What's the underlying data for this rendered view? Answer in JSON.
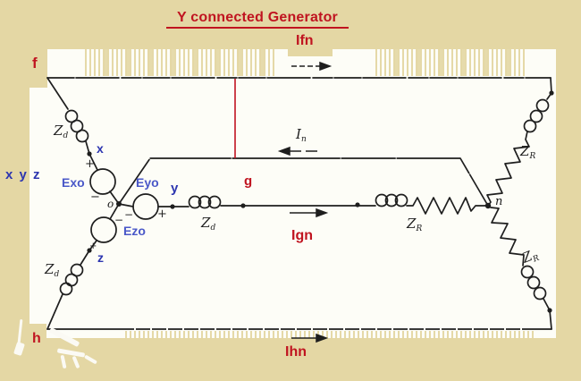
{
  "title": "Y connected Generator",
  "colors": {
    "background": "#e4d7a4",
    "paper": "#fdfdf7",
    "label_red": "#c01420",
    "label_blue": "#2d36b0",
    "source_label_blue": "#4a58c8",
    "ink": "#1e1e1e"
  },
  "node_labels": {
    "f": "f",
    "g": "g",
    "h": "h",
    "n": "n",
    "o": "o",
    "x": "x",
    "y": "y",
    "z": "z",
    "xyz": "x y z"
  },
  "source_labels": {
    "exo": "Exo",
    "eyo": "Eyo",
    "ezo": "Ezo"
  },
  "current_labels": {
    "ifn": "Ifn",
    "ign": "Ign",
    "ihn": "Ihn",
    "i_sym": "I",
    "sub_n": "n"
  },
  "impedance_labels": {
    "z_sym": "Z",
    "sub_d": "d",
    "sub_r": "R"
  },
  "polarity": {
    "plus": "+",
    "minus": "−"
  }
}
